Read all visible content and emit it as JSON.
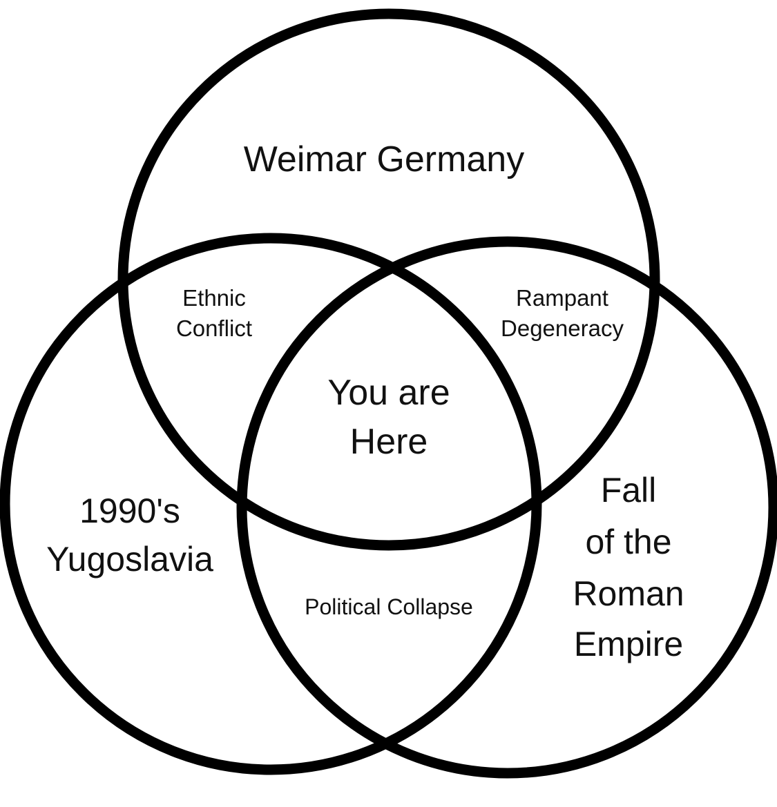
{
  "sets": [
    {
      "id": "top",
      "lines": [
        "Weimar Germany"
      ]
    },
    {
      "id": "left",
      "lines": [
        "1990's",
        "Yugoslavia"
      ]
    },
    {
      "id": "right",
      "lines": [
        "Fall",
        "of the",
        "Roman",
        "Empire"
      ]
    }
  ],
  "intersections": {
    "top_left": {
      "lines": [
        "Ethnic",
        "Conflict"
      ]
    },
    "top_right": {
      "lines": [
        "Rampant",
        "Degeneracy"
      ]
    },
    "left_right": {
      "lines": [
        "Political Collapse"
      ]
    },
    "center": {
      "lines": [
        "You are",
        "Here"
      ]
    }
  },
  "colors": {
    "stroke": "#000000",
    "text": "#111111",
    "background": "#ffffff"
  }
}
